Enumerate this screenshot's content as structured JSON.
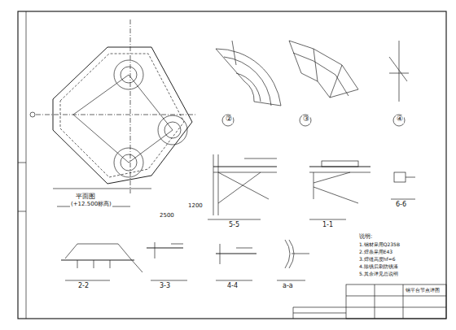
{
  "diagram": {
    "labels": [
      "平面图",
      "(+12.500标高)",
      "②",
      "③",
      "④",
      "5-5",
      "1-1",
      "6-6",
      "2-2",
      "3-3",
      "4-4",
      "a-a",
      "说明:",
      "1.钢材采用Q235B",
      "2.焊条采用E43",
      "3.焊缝高度hf=6",
      "4.除锈后刷防锈漆",
      "5.其余详见总说明",
      "钢平台节点详图",
      "2500",
      "1200"
    ]
  }
}
